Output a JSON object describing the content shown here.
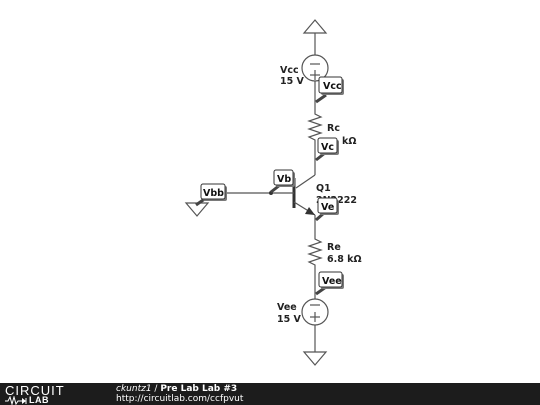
{
  "components": {
    "vcc": {
      "name": "Vcc",
      "value": "15 V"
    },
    "rc": {
      "name": "Rc",
      "value": "kΩ"
    },
    "q1": {
      "name": "Q1",
      "part": "2N2222"
    },
    "re": {
      "name": "Re",
      "value": "6.8 kΩ"
    },
    "vee": {
      "name": "Vee",
      "value": "15 V"
    }
  },
  "probes": {
    "vcc": "Vcc",
    "vc": "Vc",
    "vb": "Vb",
    "vbb": "Vbb",
    "ve": "Ve",
    "vee": "Vee"
  },
  "footer": {
    "logo_top": "CIRCUIT",
    "logo_bottom": "LAB",
    "author": "ckuntz1",
    "separator": " / ",
    "title": "Pre Lab Lab #3",
    "url": "http://circuitlab.com/ccfpvut"
  }
}
